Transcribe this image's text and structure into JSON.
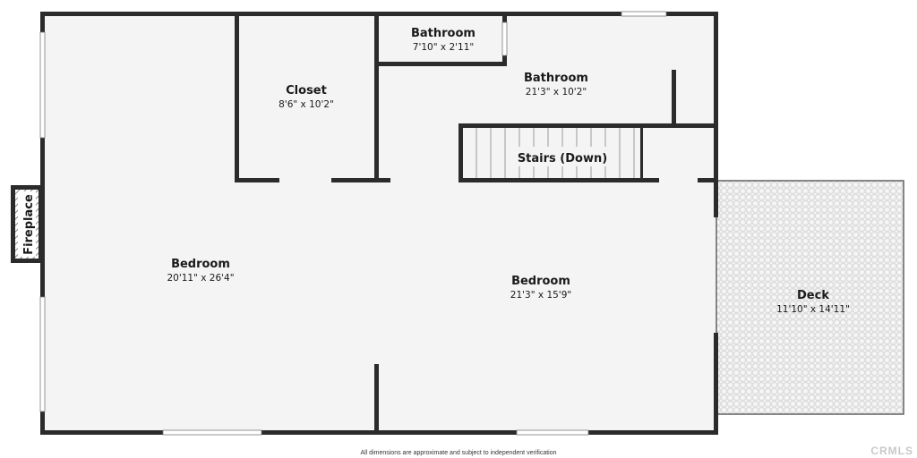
{
  "rooms": {
    "bathroom_small": {
      "name": "Bathroom",
      "dims": "7'10\" x 2'11\""
    },
    "bathroom_main": {
      "name": "Bathroom",
      "dims": "21'3\" x 10'2\""
    },
    "closet": {
      "name": "Closet",
      "dims": "8'6\" x 10'2\""
    },
    "stairs": {
      "name": "Stairs (Down)"
    },
    "fireplace": {
      "name": "Fireplace"
    },
    "bedroom_left": {
      "name": "Bedroom",
      "dims": "20'11\" x 26'4\""
    },
    "bedroom_right": {
      "name": "Bedroom",
      "dims": "21'3\" x 15'9\""
    },
    "deck": {
      "name": "Deck",
      "dims": "11'10\" x 14'11\""
    }
  },
  "footer": {
    "disclaimer": "All dimensions are approximate and subject to independent verification"
  },
  "brand": {
    "mark": "CRMLS"
  },
  "colors": {
    "wall": "#2b2b2b",
    "floor": "#f4f4f4",
    "deck_tile": "#d4d4d4",
    "window": "#ffffff"
  }
}
